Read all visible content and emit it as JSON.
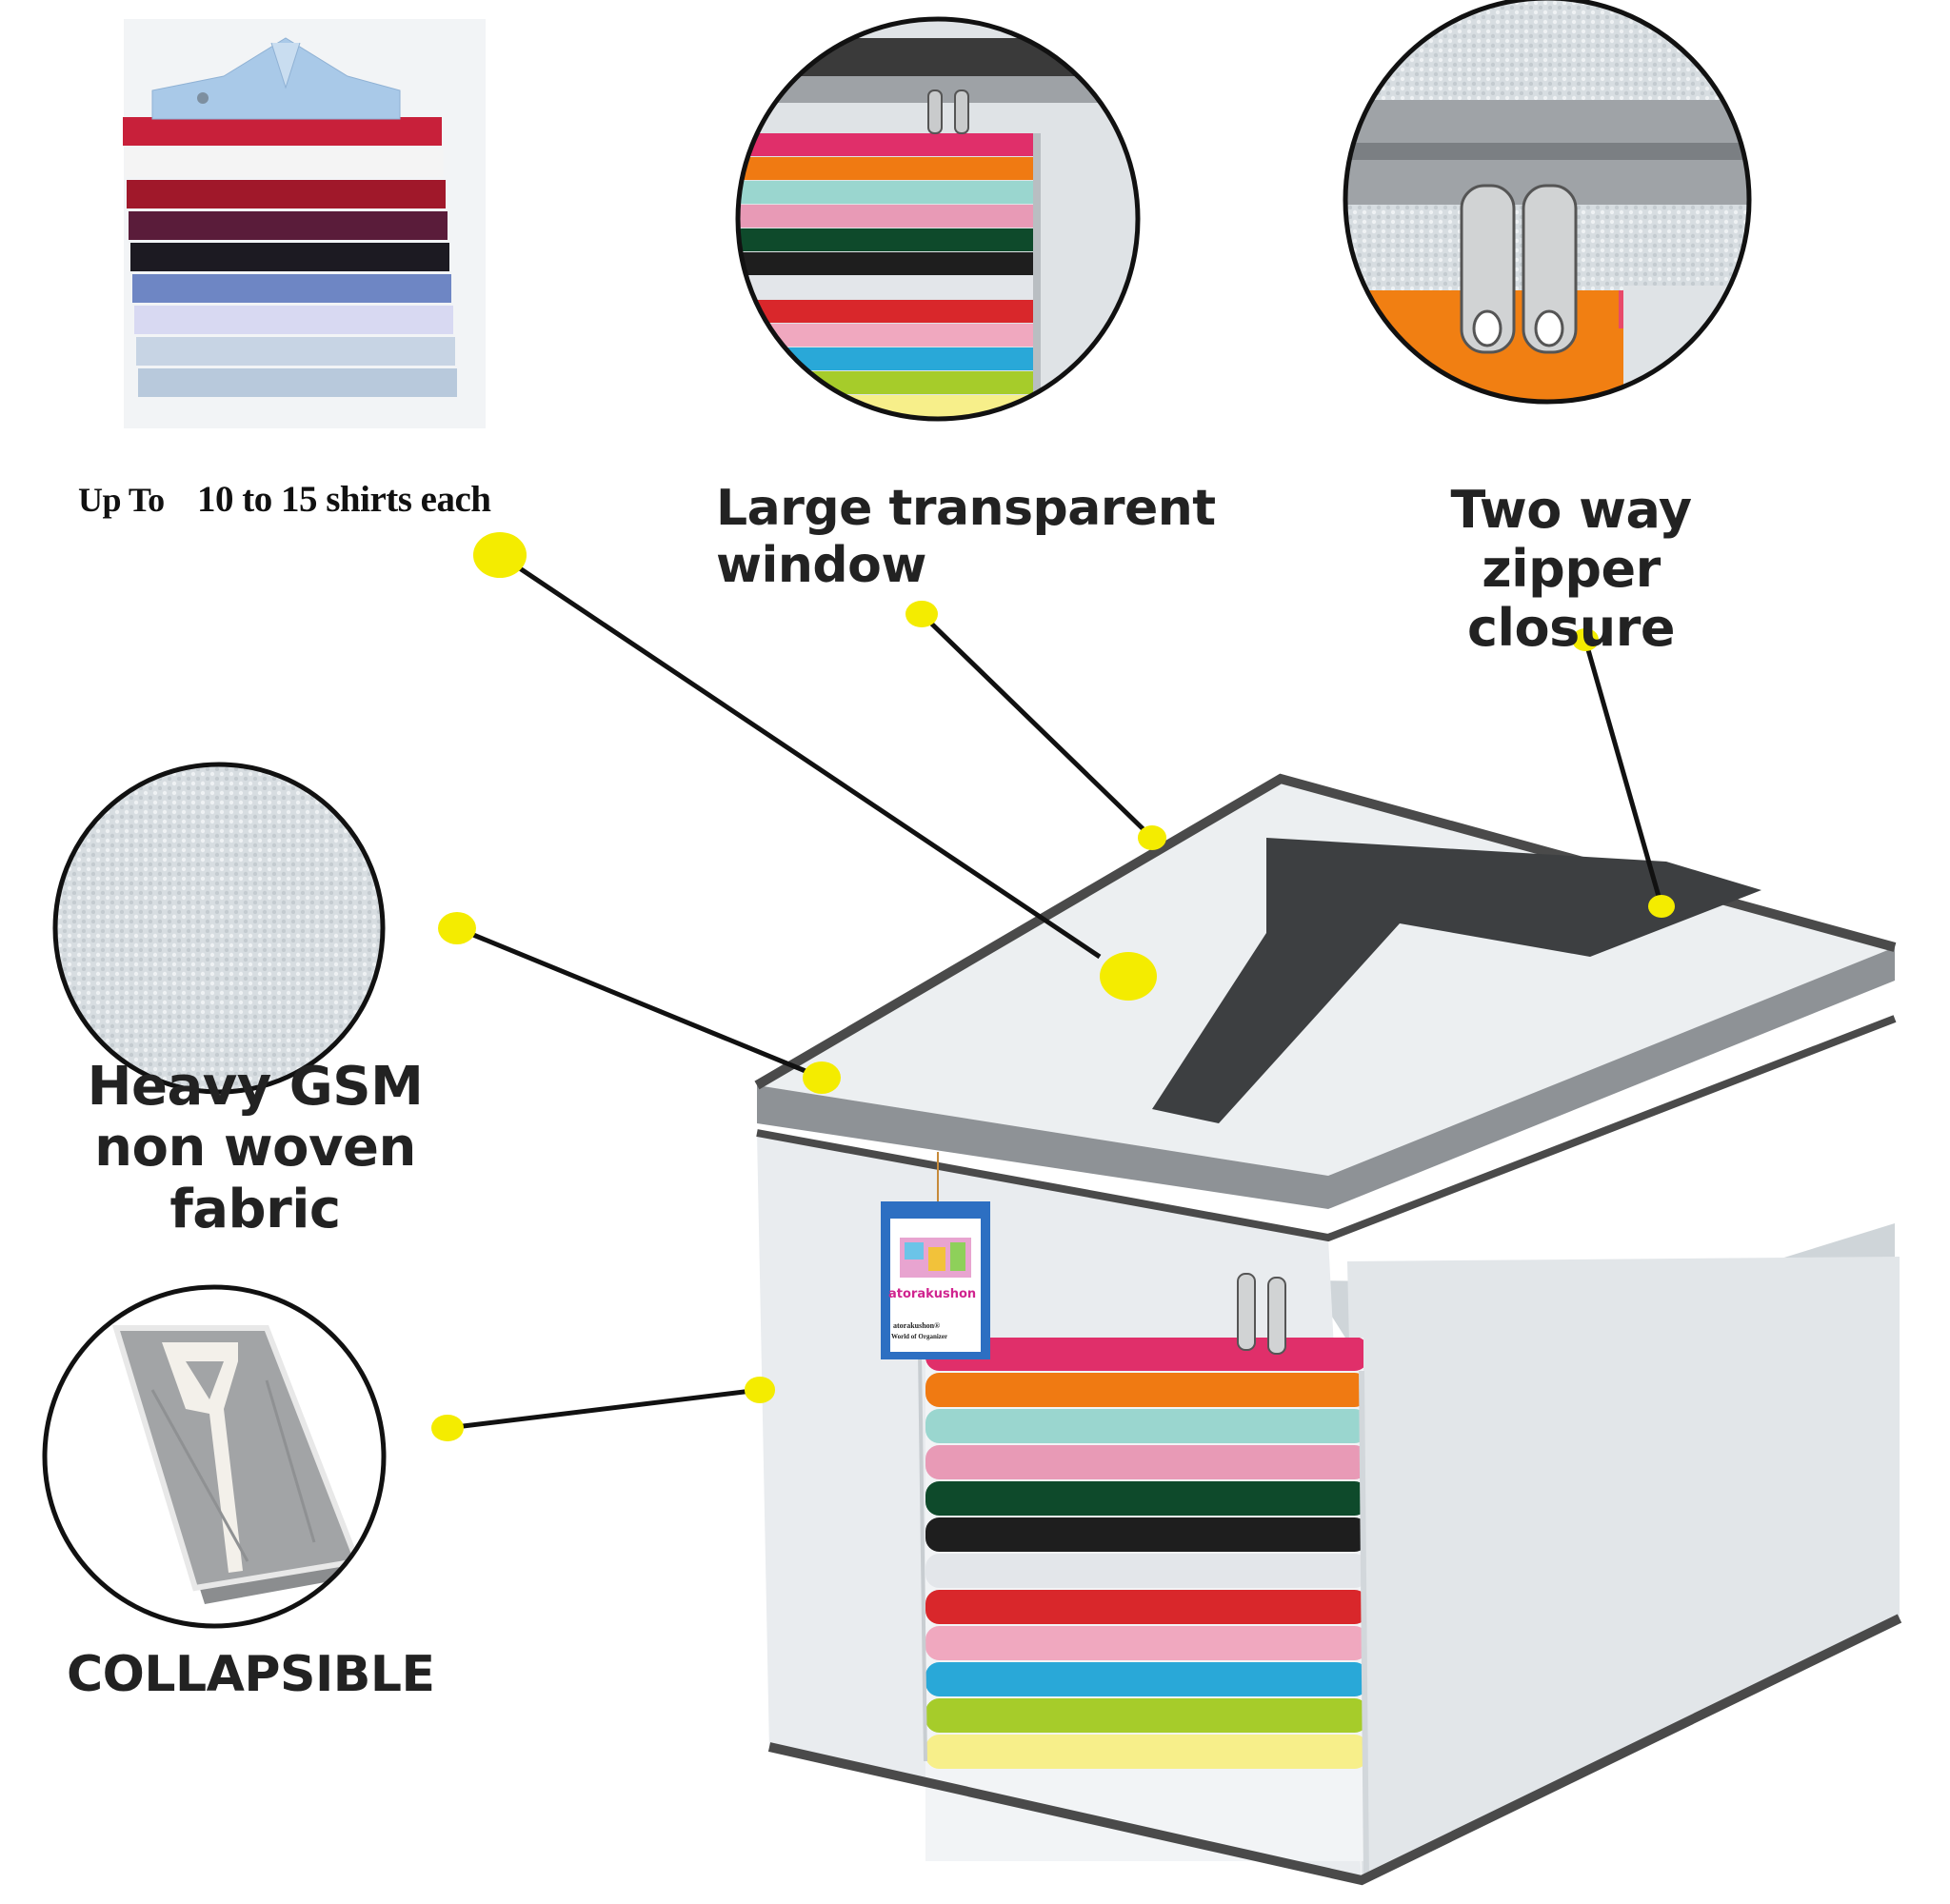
{
  "labels": {
    "capacity_prefix": "Up To",
    "capacity_text": "10 to 15 shirts each",
    "window": "Large transparent\nwindow",
    "zipper": "Two way zipper\nclosure",
    "fabric": "Heavy GSM\nnon woven fabric",
    "collapsible": "COLLAPSIBLE"
  },
  "brand_tag": {
    "name": "atorakushon",
    "line1": "atorakushon®",
    "line2": "World of Organizer"
  },
  "colors": {
    "callout_dot": "#f4ec00",
    "box_fabric": "#e7ebee",
    "trim": "#4a4a4a",
    "text": "#222222"
  },
  "shirt_stack_colors": [
    "#f7ef8a",
    "#a6cc2a",
    "#29a8d8",
    "#f0a8bf",
    "#d9272b",
    "#e3e6ea",
    "#1e1e1e",
    "#0e4a2b",
    "#e89ab6",
    "#9ad6cf",
    "#f07a12",
    "#e02f6a"
  ]
}
